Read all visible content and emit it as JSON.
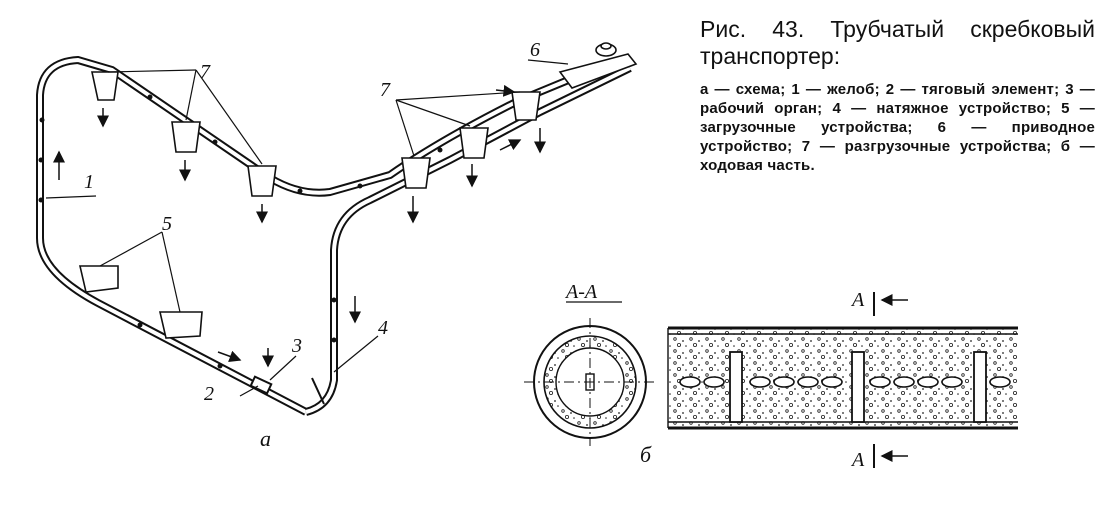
{
  "caption": {
    "title": "Рис. 43. Трубчатый скребковый транспортер:",
    "legend": "а — схема; 1 — желоб; 2 — тяговый элемент; 3 — рабочий орган; 4 — натяжное устройство; 5 — загрузочные устройства; 6 — приводное устройство; 7 — разгрузочные устройства; б — ходовая часть."
  },
  "labels": {
    "n1": "1",
    "n2": "2",
    "n3": "3",
    "n4": "4",
    "n5": "5",
    "n6": "6",
    "n7a": "7",
    "n7b": "7",
    "part_a": "а",
    "part_b": "б",
    "section": "А-А",
    "cut_top": "А",
    "cut_bottom": "А"
  }
}
